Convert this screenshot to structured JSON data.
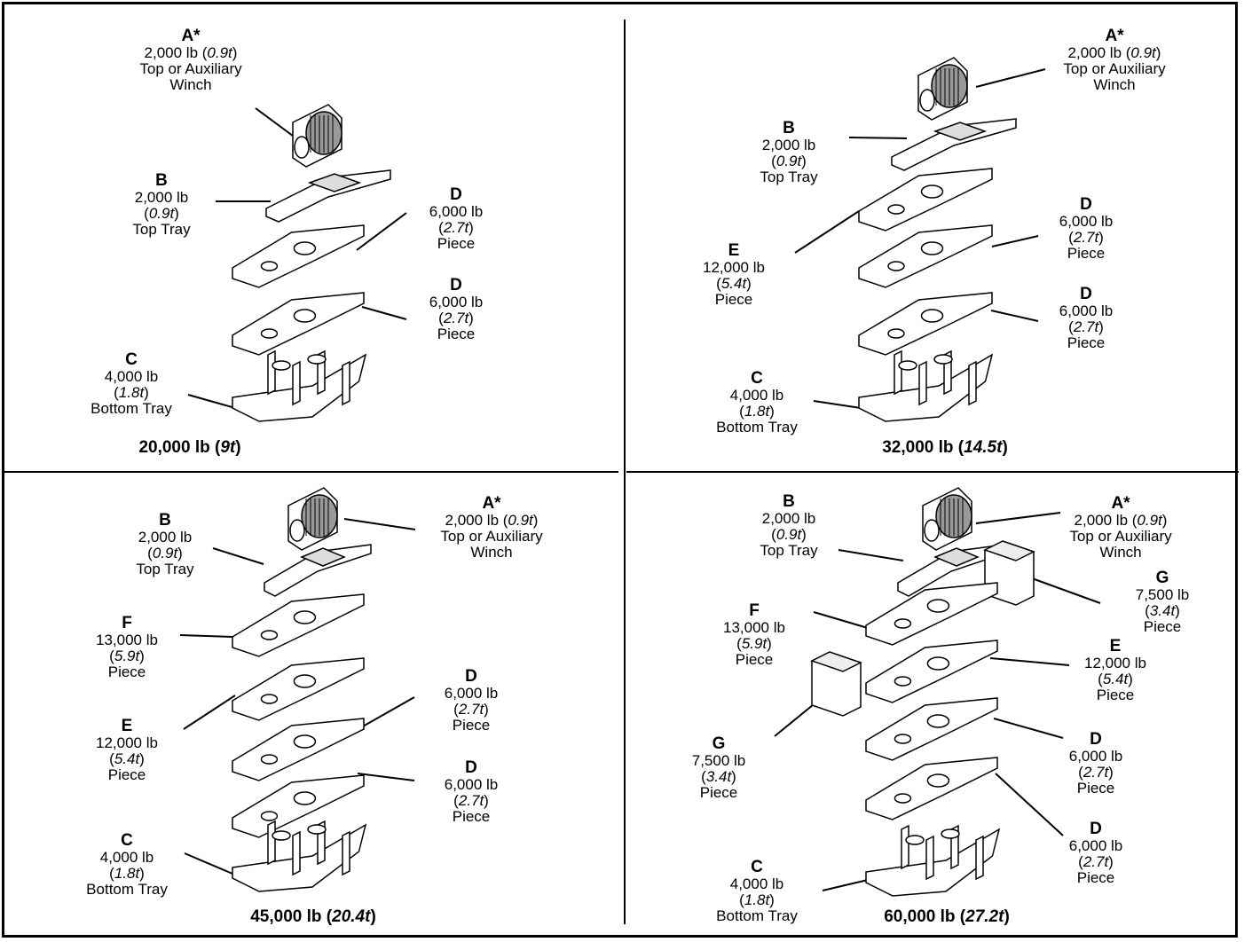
{
  "quadrants": [
    {
      "total": {
        "value": "20,000 lb",
        "metric": "9t"
      },
      "labels": [
        {
          "letter": "A*",
          "weight": "2,000 lb",
          "metric": "0.9t",
          "desc1": "Top or Auxiliary",
          "desc2": "Winch",
          "format": "inline"
        },
        {
          "letter": "B",
          "weight": "2,000 lb",
          "metric": "0.9t",
          "desc1": "Top Tray",
          "desc2": ""
        },
        {
          "letter": "D",
          "weight": "6,000 lb",
          "metric": "2.7t",
          "desc1": "Piece",
          "desc2": ""
        },
        {
          "letter": "D",
          "weight": "6,000 lb",
          "metric": "2.7t",
          "desc1": "Piece",
          "desc2": ""
        },
        {
          "letter": "C",
          "weight": "4,000 lb",
          "metric": "1.8t",
          "desc1": "Bottom Tray",
          "desc2": ""
        }
      ]
    },
    {
      "total": {
        "value": "32,000 lb",
        "metric": "14.5t"
      },
      "labels": [
        {
          "letter": "A*",
          "weight": "2,000 lb",
          "metric": "0.9t",
          "desc1": "Top or Auxiliary",
          "desc2": "Winch",
          "format": "inline"
        },
        {
          "letter": "B",
          "weight": "2,000 lb",
          "metric": "0.9t",
          "desc1": "Top Tray",
          "desc2": ""
        },
        {
          "letter": "E",
          "weight": "12,000 lb",
          "metric": "5.4t",
          "desc1": "Piece",
          "desc2": ""
        },
        {
          "letter": "D",
          "weight": "6,000 lb",
          "metric": "2.7t",
          "desc1": "Piece",
          "desc2": ""
        },
        {
          "letter": "D",
          "weight": "6,000 lb",
          "metric": "2.7t",
          "desc1": "Piece",
          "desc2": ""
        },
        {
          "letter": "C",
          "weight": "4,000 lb",
          "metric": "1.8t",
          "desc1": "Bottom Tray",
          "desc2": ""
        }
      ]
    },
    {
      "total": {
        "value": "45,000 lb",
        "metric": "20.4t"
      },
      "labels": [
        {
          "letter": "A*",
          "weight": "2,000 lb",
          "metric": "0.9t",
          "desc1": "Top or Auxiliary",
          "desc2": "Winch",
          "format": "inline"
        },
        {
          "letter": "B",
          "weight": "2,000 lb",
          "metric": "0.9t",
          "desc1": "Top Tray",
          "desc2": ""
        },
        {
          "letter": "F",
          "weight": "13,000 lb",
          "metric": "5.9t",
          "desc1": "Piece",
          "desc2": ""
        },
        {
          "letter": "E",
          "weight": "12,000 lb",
          "metric": "5.4t",
          "desc1": "Piece",
          "desc2": ""
        },
        {
          "letter": "D",
          "weight": "6,000 lb",
          "metric": "2.7t",
          "desc1": "Piece",
          "desc2": ""
        },
        {
          "letter": "D",
          "weight": "6,000 lb",
          "metric": "2.7t",
          "desc1": "Piece",
          "desc2": ""
        },
        {
          "letter": "C",
          "weight": "4,000 lb",
          "metric": "1.8t",
          "desc1": "Bottom Tray",
          "desc2": ""
        }
      ]
    },
    {
      "total": {
        "value": "60,000 lb",
        "metric": "27.2t"
      },
      "labels": [
        {
          "letter": "A*",
          "weight": "2,000 lb",
          "metric": "0.9t",
          "desc1": "Top or Auxiliary",
          "desc2": "Winch",
          "format": "inline"
        },
        {
          "letter": "B",
          "weight": "2,000 lb",
          "metric": "0.9t",
          "desc1": "Top Tray",
          "desc2": ""
        },
        {
          "letter": "G",
          "weight": "7,500 lb",
          "metric": "3.4t",
          "desc1": "Piece",
          "desc2": ""
        },
        {
          "letter": "F",
          "weight": "13,000 lb",
          "metric": "5.9t",
          "desc1": "Piece",
          "desc2": ""
        },
        {
          "letter": "E",
          "weight": "12,000 lb",
          "metric": "5.4t",
          "desc1": "Piece",
          "desc2": ""
        },
        {
          "letter": "G",
          "weight": "7,500 lb",
          "metric": "3.4t",
          "desc1": "Piece",
          "desc2": ""
        },
        {
          "letter": "D",
          "weight": "6,000 lb",
          "metric": "2.7t",
          "desc1": "Piece",
          "desc2": ""
        },
        {
          "letter": "D",
          "weight": "6,000 lb",
          "metric": "2.7t",
          "desc1": "Piece",
          "desc2": ""
        },
        {
          "letter": "C",
          "weight": "4,000 lb",
          "metric": "1.8t",
          "desc1": "Bottom Tray",
          "desc2": ""
        }
      ]
    }
  ]
}
